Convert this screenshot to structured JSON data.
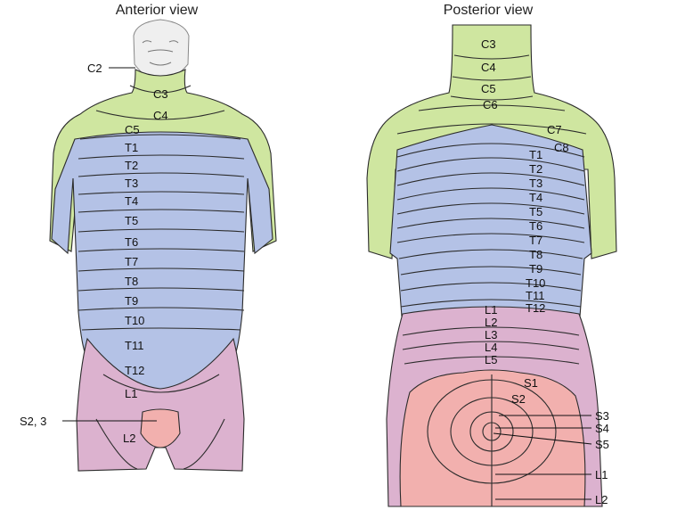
{
  "anterior": {
    "title": "Anterior view",
    "labels": {
      "C2": "C2",
      "C3": "C3",
      "C4": "C4",
      "C5": "C5",
      "T1": "T1",
      "T2": "T2",
      "T3": "T3",
      "T4": "T4",
      "T5": "T5",
      "T6": "T6",
      "T7": "T7",
      "T8": "T8",
      "T9": "T9",
      "T10": "T10",
      "T11": "T11",
      "T12": "T12",
      "L1": "L1",
      "S23": "S2, 3",
      "L2": "L2"
    }
  },
  "posterior": {
    "title": "Posterior view",
    "labels": {
      "C3": "C3",
      "C4": "C4",
      "C5": "C5",
      "C6": "C6",
      "C7": "C7",
      "C8": "C8",
      "T1": "T1",
      "T2": "T2",
      "T3": "T3",
      "T4": "T4",
      "T5": "T5",
      "T6": "T6",
      "T7": "T7",
      "T8": "T8",
      "T9": "T9",
      "T10": "T10",
      "T11": "T11",
      "T12": "T12",
      "L1": "L1",
      "L2": "L2",
      "L3": "L3",
      "L4": "L4",
      "L5": "L5",
      "S1": "S1",
      "S2": "S2",
      "S3": "S3",
      "S4": "S4",
      "S5": "S5",
      "L1b": "L1",
      "L2b": "L2"
    }
  },
  "colors": {
    "cervical": "#cfe6a0",
    "thoracic": "#b4c2e6",
    "lumbar": "#dcb2cf",
    "sacral": "#f2b0ae",
    "skin": "#efefef",
    "outline": "#2b2b2b"
  }
}
